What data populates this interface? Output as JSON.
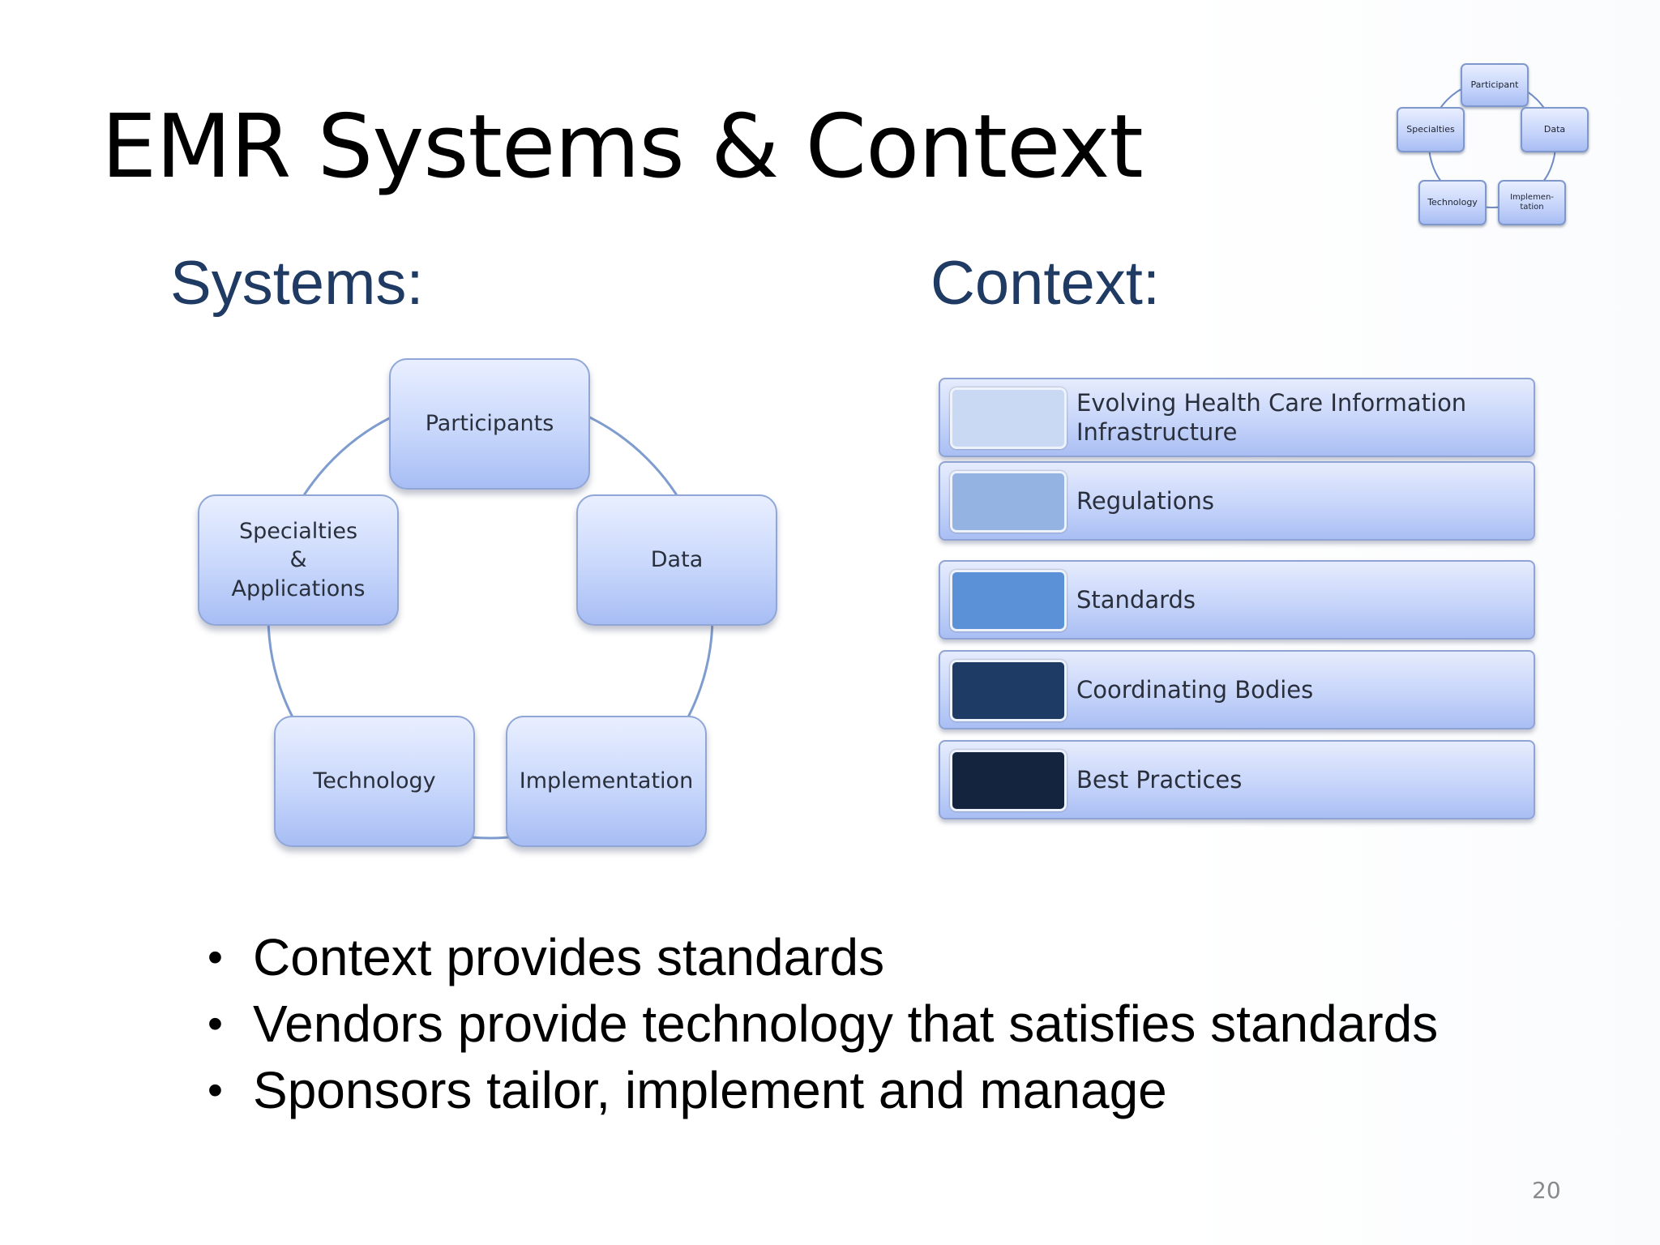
{
  "title": "EMR Systems & Context",
  "systems_heading": "Systems:",
  "context_heading": "Context:",
  "systems_cycle": {
    "participants": "Participants",
    "data": "Data",
    "implementation": "Implementation",
    "technology": "Technology",
    "specialties": "Specialties & Applications"
  },
  "context_stack": [
    {
      "label": "Evolving Health Care Information Infrastructure",
      "color": "#c9d8f3"
    },
    {
      "label": "Regulations",
      "color": "#94b3e3"
    },
    {
      "label": "Standards",
      "color": "#5b91d6"
    },
    {
      "label": "Coordinating Bodies",
      "color": "#1d3b64"
    },
    {
      "label": "Best Practices",
      "color": "#15243e"
    }
  ],
  "mini_cycle": {
    "participant": "Participant",
    "data": "Data",
    "implementation": "Implemen-tation",
    "technology": "Technology",
    "specialties": "Specialties"
  },
  "bullets": [
    "Context provides standards",
    "Vendors provide technology that satisfies standards",
    "Sponsors tailor, implement and manage"
  ],
  "page_number": "20"
}
